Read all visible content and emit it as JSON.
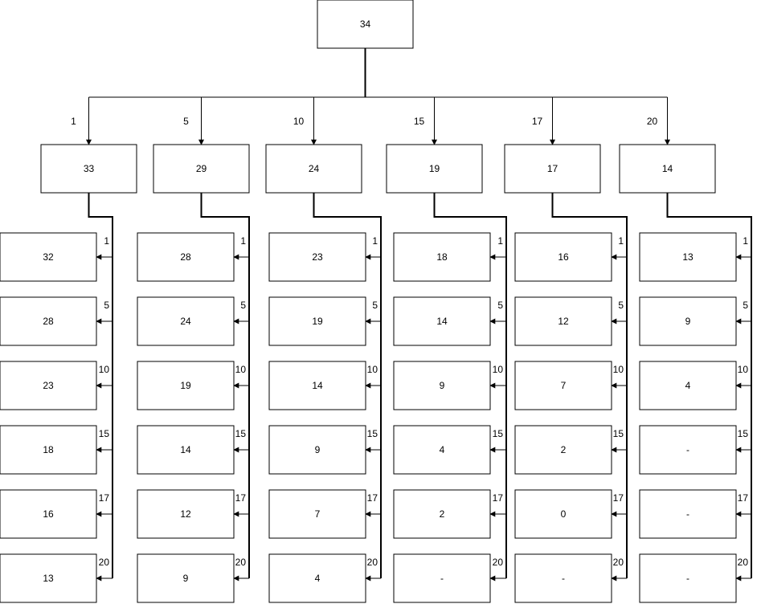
{
  "root": {
    "label": "34"
  },
  "level1": [
    {
      "edge_label": "1",
      "label": "33",
      "children": [
        {
          "edge_label": "1",
          "label": "32"
        },
        {
          "edge_label": "5",
          "label": "28"
        },
        {
          "edge_label": "10",
          "label": "23"
        },
        {
          "edge_label": "15",
          "label": "18"
        },
        {
          "edge_label": "17",
          "label": "16"
        },
        {
          "edge_label": "20",
          "label": "13"
        }
      ]
    },
    {
      "edge_label": "5",
      "label": "29",
      "children": [
        {
          "edge_label": "1",
          "label": "28"
        },
        {
          "edge_label": "5",
          "label": "24"
        },
        {
          "edge_label": "10",
          "label": "19"
        },
        {
          "edge_label": "15",
          "label": "14"
        },
        {
          "edge_label": "17",
          "label": "12"
        },
        {
          "edge_label": "20",
          "label": "9"
        }
      ]
    },
    {
      "edge_label": "10",
      "label": "24",
      "children": [
        {
          "edge_label": "1",
          "label": "23"
        },
        {
          "edge_label": "5",
          "label": "19"
        },
        {
          "edge_label": "10",
          "label": "14"
        },
        {
          "edge_label": "15",
          "label": "9"
        },
        {
          "edge_label": "17",
          "label": "7"
        },
        {
          "edge_label": "20",
          "label": "4"
        }
      ]
    },
    {
      "edge_label": "15",
      "label": "19",
      "children": [
        {
          "edge_label": "1",
          "label": "18"
        },
        {
          "edge_label": "5",
          "label": "14"
        },
        {
          "edge_label": "10",
          "label": "9"
        },
        {
          "edge_label": "15",
          "label": "4"
        },
        {
          "edge_label": "17",
          "label": "2"
        },
        {
          "edge_label": "20",
          "label": "-"
        }
      ]
    },
    {
      "edge_label": "17",
      "label": "17",
      "children": [
        {
          "edge_label": "1",
          "label": "16"
        },
        {
          "edge_label": "5",
          "label": "12"
        },
        {
          "edge_label": "10",
          "label": "7"
        },
        {
          "edge_label": "15",
          "label": "2"
        },
        {
          "edge_label": "17",
          "label": "0"
        },
        {
          "edge_label": "20",
          "label": "-"
        }
      ]
    },
    {
      "edge_label": "20",
      "label": "14",
      "children": [
        {
          "edge_label": "1",
          "label": "13"
        },
        {
          "edge_label": "5",
          "label": "9"
        },
        {
          "edge_label": "10",
          "label": "4"
        },
        {
          "edge_label": "15",
          "label": "-"
        },
        {
          "edge_label": "17",
          "label": "-"
        },
        {
          "edge_label": "20",
          "label": "-"
        }
      ]
    }
  ]
}
